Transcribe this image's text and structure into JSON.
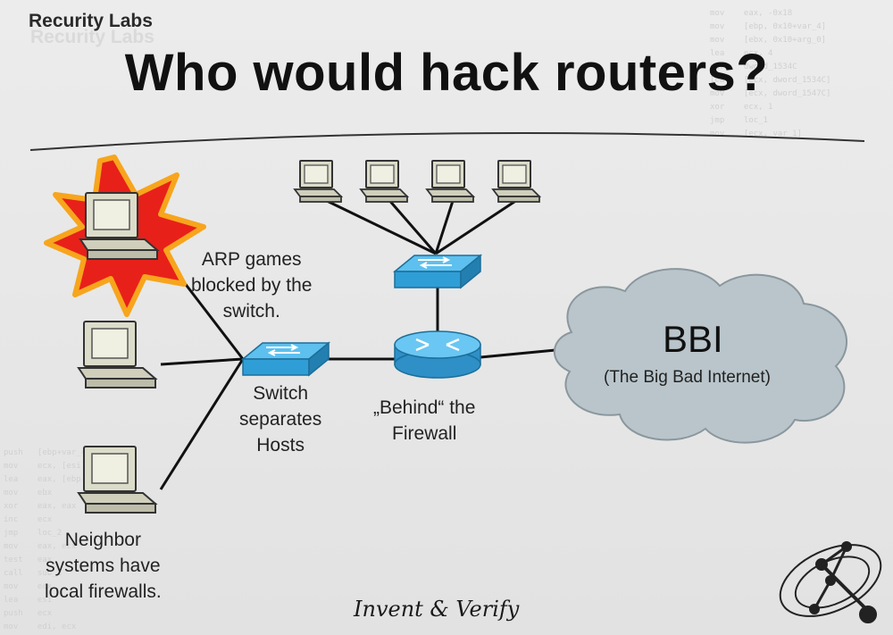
{
  "header": {
    "brand": "Recurity Labs",
    "title": "Who would hack routers?"
  },
  "labels": {
    "arp": [
      "ARP games",
      "blocked by the",
      "switch."
    ],
    "switch": [
      "Switch",
      "separates",
      "Hosts"
    ],
    "firewall": [
      "„Behind“ the",
      "Firewall"
    ],
    "neighbor": [
      "Neighbor",
      "systems have",
      "local firewalls."
    ]
  },
  "cloud": {
    "title": "BBI",
    "subtitle": "(The Big Bad Internet)"
  },
  "footer": {
    "slogan": "Invent & Verify"
  },
  "colors": {
    "switch": "#2f9ed6",
    "router": "#3aa2db",
    "cloud": "#b9c5cb",
    "explosion": "#e8201a",
    "computer": "#d9d9c6"
  }
}
